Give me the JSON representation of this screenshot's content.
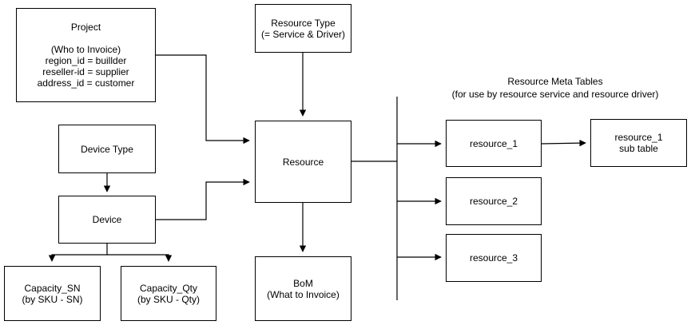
{
  "nodes": {
    "project": {
      "lines": [
        "Project",
        "",
        "(Who to Invoice)",
        "region_id  = buillder",
        "reseller-id = supplier",
        "address_id = customer"
      ]
    },
    "resource_type": {
      "lines": [
        "Resource Type",
        "(= Service & Driver)"
      ]
    },
    "device_type": {
      "lines": [
        "Device Type"
      ]
    },
    "resource": {
      "lines": [
        "Resource"
      ]
    },
    "device": {
      "lines": [
        "Device"
      ]
    },
    "capacity_sn": {
      "lines": [
        "Capacity_SN",
        "(by SKU - SN)"
      ]
    },
    "capacity_qty": {
      "lines": [
        "Capacity_Qty",
        "(by SKU - Qty)"
      ]
    },
    "bom": {
      "lines": [
        "BoM",
        "(What to Invoice)"
      ]
    },
    "resource_1": {
      "lines": [
        "resource_1"
      ]
    },
    "resource_2": {
      "lines": [
        "resource_2"
      ]
    },
    "resource_3": {
      "lines": [
        "resource_3"
      ]
    },
    "resource_1_sub": {
      "lines": [
        "resource_1",
        "sub table"
      ]
    }
  },
  "meta_tables": {
    "title": "Resource Meta Tables",
    "subtitle": "(for use by resource service and resource driver)"
  },
  "edges": [
    {
      "from": "project",
      "to": "resource"
    },
    {
      "from": "resource_type",
      "to": "resource"
    },
    {
      "from": "device_type",
      "to": "device"
    },
    {
      "from": "device",
      "to": "resource"
    },
    {
      "from": "device",
      "to": "capacity_sn"
    },
    {
      "from": "device",
      "to": "capacity_qty"
    },
    {
      "from": "resource",
      "to": "bom"
    },
    {
      "from": "resource",
      "to": "resource_1"
    },
    {
      "from": "resource",
      "to": "resource_2"
    },
    {
      "from": "resource",
      "to": "resource_3"
    },
    {
      "from": "resource_1",
      "to": "resource_1_sub"
    }
  ]
}
